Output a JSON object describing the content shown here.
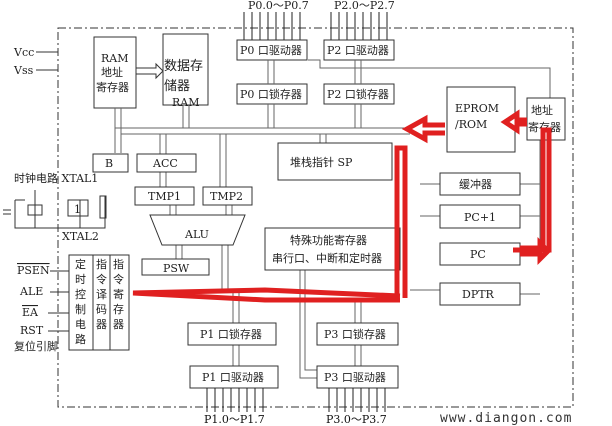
{
  "ports": {
    "p0_pins": "P0.0～P0.7",
    "p2_pins": "P2.0～P2.7",
    "p1_pins": "P1.0～P1.7",
    "p3_pins": "P3.0～P3.7"
  },
  "power": {
    "vcc": "Vcc",
    "vss": "Vss"
  },
  "blocks": {
    "ram_addr": [
      "RAM",
      "地址",
      "寄存器"
    ],
    "data_ram": [
      "数据存",
      "储器",
      "RAM"
    ],
    "p0_driver": "P0 口驱动器",
    "p0_latch": "P0 口锁存器",
    "p2_driver": "P2 口驱动器",
    "p2_latch": "P2 口锁存器",
    "eprom": [
      "EPROM",
      "/ROM"
    ],
    "addr_reg": [
      "地址",
      "寄存器"
    ],
    "b": "B",
    "acc": "ACC",
    "sp": "堆栈指针 SP",
    "buffer": "缓冲器",
    "pc1": "PC+1",
    "pc": "PC",
    "dptr": "DPTR",
    "tmp1": "TMP1",
    "tmp2": "TMP2",
    "alu": "ALU",
    "psw": "PSW",
    "sfr": [
      "特殊功能寄存器",
      "串行口、中断和定时器"
    ],
    "timing": [
      "定",
      "时",
      "控",
      "制",
      "电",
      "路"
    ],
    "decoder": [
      "指",
      "令",
      "译",
      "码",
      "器"
    ],
    "ir": [
      "指",
      "令",
      "寄",
      "存",
      "器"
    ],
    "p1_latch": "P1 口锁存器",
    "p1_driver": "P1 口驱动器",
    "p3_latch": "P3 口锁存器",
    "p3_driver": "P3 口驱动器"
  },
  "clock": {
    "label": "时钟电路 XTAL1",
    "xtal2": "XTAL2",
    "inv": "1"
  },
  "control_pins": {
    "psen": "PSEN",
    "ale": "ALE",
    "ea": "EA",
    "rst": "RST",
    "rst_note": "复位引脚"
  },
  "watermark": "www.diangon.com"
}
